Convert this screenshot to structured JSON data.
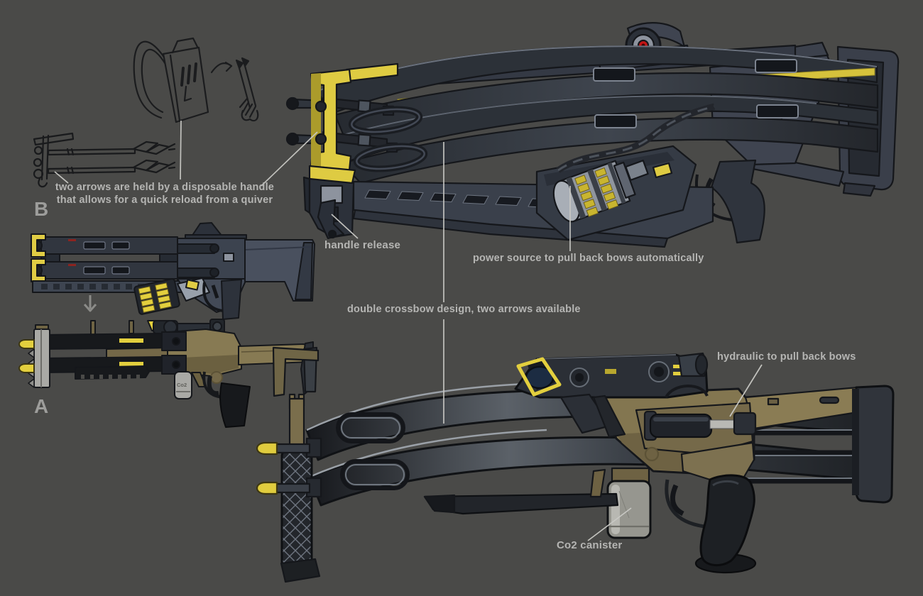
{
  "meta": {
    "title": "double crossbow concept sheet",
    "background": "#4a4a48"
  },
  "palette": {
    "background": "#4a4a48",
    "ink": "#15171b",
    "steel": "#3c414b",
    "steel_dark": "#262a31",
    "steel_light": "#6a717d",
    "accent_yellow": "#ddc93f",
    "olive": "#837650",
    "olive_dark": "#655a38",
    "black_part": "#1d2024",
    "silver": "#a9a9a5",
    "red_dot": "#c41414",
    "label_text": "#b5b5b3",
    "leader_line": "#c9c9c5"
  },
  "variants": {
    "b": "B",
    "a": "A"
  },
  "annotations": {
    "quiver_note": {
      "line1": "two arrows are held by a disposable handle",
      "line2": "that allows for a quick reload from a quiver"
    },
    "handle_release": "handle release",
    "power_source": "power source to pull back bows automatically",
    "double_design": "double crossbow design, two arrows available",
    "hydraulic": "hydraulic to pull back bows",
    "co2": "Co2 canister"
  },
  "markings": {
    "canister": "Co2"
  },
  "illustrations": [
    "quiver-sketch",
    "arrow-pair-sketch",
    "variant-b-side-view",
    "variant-a-side-view",
    "variant-b-render",
    "variant-a-render"
  ]
}
